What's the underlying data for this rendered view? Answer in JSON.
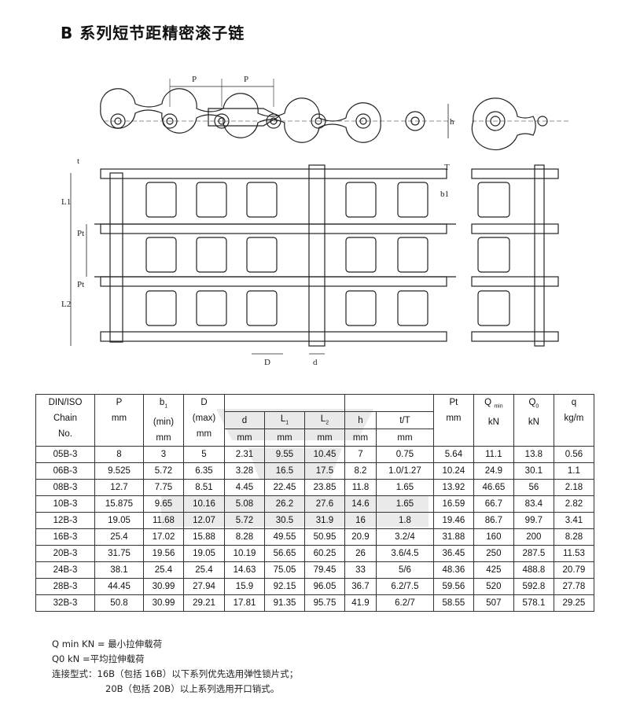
{
  "title": "B 系列短节距精密滚子链",
  "drawing_labels": {
    "p1": "P",
    "p2": "P",
    "h": "h",
    "t": "t",
    "T": "T",
    "b1": "b1",
    "L1": "L1",
    "L2": "L2",
    "Pt1": "Pt",
    "Pt2": "Pt",
    "D": "D",
    "d": "d"
  },
  "table": {
    "header": {
      "chain": [
        "DIN/ISO",
        "Chain",
        "No."
      ],
      "p": [
        "P",
        "mm"
      ],
      "b1": [
        "b",
        "1",
        "(min)",
        "mm"
      ],
      "D": [
        "D",
        "(max)",
        "mm"
      ],
      "d": [
        "d",
        "mm"
      ],
      "L1": [
        "L",
        "1",
        "mm"
      ],
      "L2": [
        "L",
        "2",
        "mm"
      ],
      "h": [
        "h",
        "mm"
      ],
      "tT": [
        "t/T",
        "mm"
      ],
      "pt": [
        "Pt",
        "mm"
      ],
      "qmin": [
        "Q",
        "min",
        "kN"
      ],
      "q0": [
        "Q",
        "0",
        "kN"
      ],
      "q": [
        "q",
        "kg/m"
      ]
    },
    "rows": [
      [
        "05B-3",
        "8",
        "3",
        "5",
        "2.31",
        "9.55",
        "10.45",
        "7",
        "0.75",
        "5.64",
        "11.1",
        "13.8",
        "0.56"
      ],
      [
        "06B-3",
        "9.525",
        "5.72",
        "6.35",
        "3.28",
        "16.5",
        "17.5",
        "8.2",
        "1.0/1.27",
        "10.24",
        "24.9",
        "30.1",
        "1.1"
      ],
      [
        "08B-3",
        "12.7",
        "7.75",
        "8.51",
        "4.45",
        "22.45",
        "23.85",
        "11.8",
        "1.65",
        "13.92",
        "46.65",
        "56",
        "2.18"
      ],
      [
        "10B-3",
        "15.875",
        "9.65",
        "10.16",
        "5.08",
        "26.2",
        "27.6",
        "14.6",
        "1.65",
        "16.59",
        "66.7",
        "83.4",
        "2.82"
      ],
      [
        "12B-3",
        "19.05",
        "11.68",
        "12.07",
        "5.72",
        "30.5",
        "31.9",
        "16",
        "1.8",
        "19.46",
        "86.7",
        "99.7",
        "3.41"
      ],
      [
        "16B-3",
        "25.4",
        "17.02",
        "15.88",
        "8.28",
        "49.55",
        "50.95",
        "20.9",
        "3.2/4",
        "31.88",
        "160",
        "200",
        "8.28"
      ],
      [
        "20B-3",
        "31.75",
        "19.56",
        "19.05",
        "10.19",
        "56.65",
        "60.25",
        "26",
        "3.6/4.5",
        "36.45",
        "250",
        "287.5",
        "11.53"
      ],
      [
        "24B-3",
        "38.1",
        "25.4",
        "25.4",
        "14.63",
        "75.05",
        "79.45",
        "33",
        "5/6",
        "48.36",
        "425",
        "488.8",
        "20.79"
      ],
      [
        "28B-3",
        "44.45",
        "30.99",
        "27.94",
        "15.9",
        "92.15",
        "96.05",
        "36.7",
        "6.2/7.5",
        "59.56",
        "520",
        "592.8",
        "27.78"
      ],
      [
        "32B-3",
        "50.8",
        "30.99",
        "29.21",
        "17.81",
        "91.35",
        "95.75",
        "41.9",
        "6.2/7",
        "58.55",
        "507",
        "578.1",
        "29.25"
      ]
    ]
  },
  "notes": {
    "line1": "Q min KN = 最小拉伸载荷",
    "line2": "Q0 kN =平均拉伸载荷",
    "line3": "连接型式：16B（包括 16B）以下系列优先选用弹性锁片式；",
    "line4": "20B（包括 20B）以上系列选用开口销式。"
  }
}
